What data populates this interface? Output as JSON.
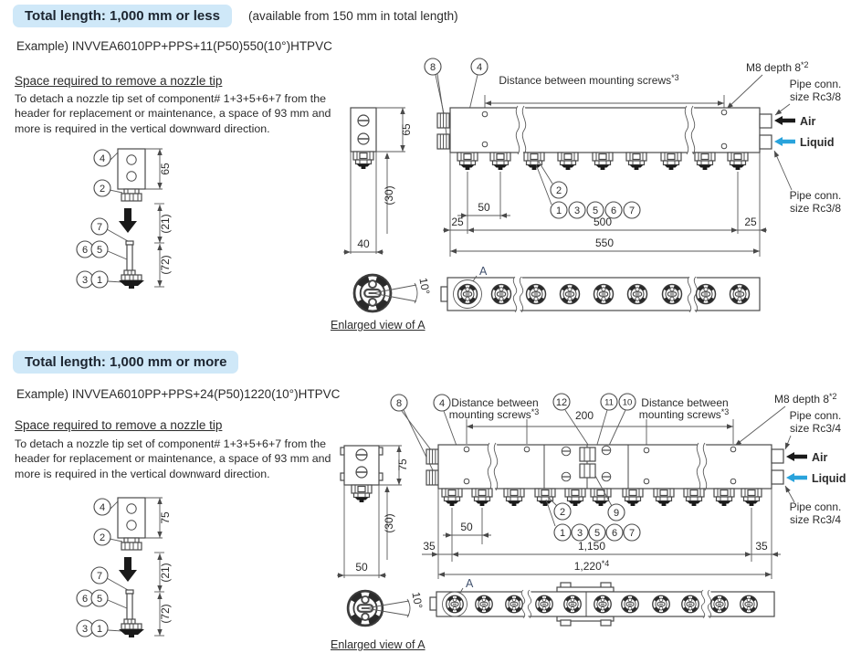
{
  "colors": {
    "chip_bg": "#cfe8f8",
    "accent_blue": "#29a3dc",
    "line": "#4a4a4a",
    "text": "#2b2b2b"
  },
  "callouts": {
    "c1": "1",
    "c2": "2",
    "c3": "3",
    "c4": "4",
    "c5": "5",
    "c6": "6",
    "c7": "7",
    "c8": "8",
    "c9": "9",
    "c10": "10",
    "c11": "11",
    "c12": "12"
  },
  "labels": {
    "dist_full": "Distance between mounting screws",
    "dist_line1": "Distance between",
    "dist_line2": "mounting screws",
    "sup2": "*2",
    "sup3": "*3",
    "sup4": "*4",
    "m8": "M8 depth 8",
    "pipe_conn": "Pipe conn.",
    "air": "Air",
    "liquid": "Liquid",
    "enlarged": "Enlarged view of A",
    "a_ref": "A",
    "angle10": "10°"
  },
  "section1": {
    "title": "Total length: 1,000 mm or less",
    "subtitle": "(available from 150 mm in total length)",
    "example": "Example) INVVEA6010PP+PPS+11(P50)550(10°)HTPVC",
    "note_title": "Space required to remove a nozzle tip",
    "note_body": "To detach a nozzle tip set of component# 1+3+5+6+7 from the header for replacement or maintenance, a space of 93 mm and more is required in the vertical downward direction.",
    "pipe_size": "size Rc3/8",
    "dims": {
      "height": "65",
      "drop": "(21)",
      "tip": "(72)",
      "protrude": "(30)",
      "width": "40",
      "pitch": "50",
      "edge_l": "25",
      "span": "500",
      "edge_r": "25",
      "total": "550"
    }
  },
  "section2": {
    "title": "Total length: 1,000 mm or more",
    "example": "Example) INVVEA6010PP+PPS+24(P50)1220(10°)HTPVC",
    "note_title": "Space required to remove a nozzle tip",
    "note_body": "To detach a nozzle tip set of component# 1+3+5+6+7 from the header for replacement or maintenance, a space of 93 mm and more is required in the vertical downward direction.",
    "pipe_size": "size Rc3/4",
    "dims": {
      "height": "75",
      "drop": "(21)",
      "tip": "(72)",
      "protrude": "(30)",
      "width": "50",
      "pitch": "50",
      "edge_l": "35",
      "span": "1,150",
      "edge_r": "35",
      "total": "1,220",
      "joint": "200"
    }
  }
}
